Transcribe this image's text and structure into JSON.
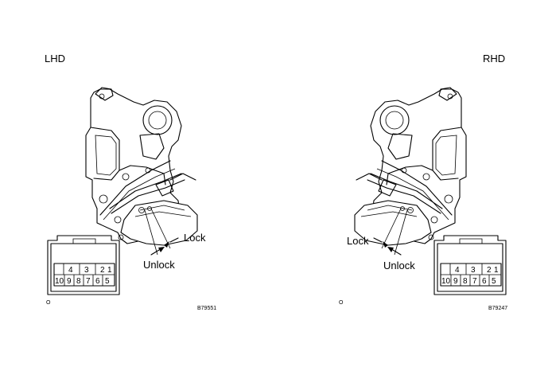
{
  "lhd": {
    "title": "LHD",
    "lock_label": "Lock",
    "unlock_label": "Unlock",
    "connector": {
      "top_row": [
        "4",
        "3",
        "2",
        "1"
      ],
      "bottom_row": [
        "10",
        "9",
        "8",
        "7",
        "6",
        "5"
      ]
    },
    "corner_mark": "O",
    "figure_id": "B79551"
  },
  "rhd": {
    "title": "RHD",
    "lock_label": "Lock",
    "unlock_label": "Unlock",
    "connector": {
      "top_row": [
        "4",
        "3",
        "2",
        "1"
      ],
      "bottom_row": [
        "10",
        "9",
        "8",
        "7",
        "6",
        "5"
      ]
    },
    "corner_mark": "O",
    "figure_id": "B79247"
  }
}
